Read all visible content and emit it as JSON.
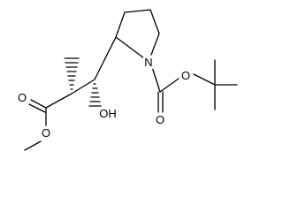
{
  "labels": {
    "nitrogen": "N",
    "carbamate_ether_oxygen": "O",
    "carbamate_carbonyl_oxygen": "O",
    "hydroxyl": "OH",
    "ester_carbonyl_oxygen": "O",
    "ester_ether_oxygen": "O"
  },
  "colors": {
    "bond": "#000000",
    "label": "#000000",
    "background": "#ffffff"
  }
}
